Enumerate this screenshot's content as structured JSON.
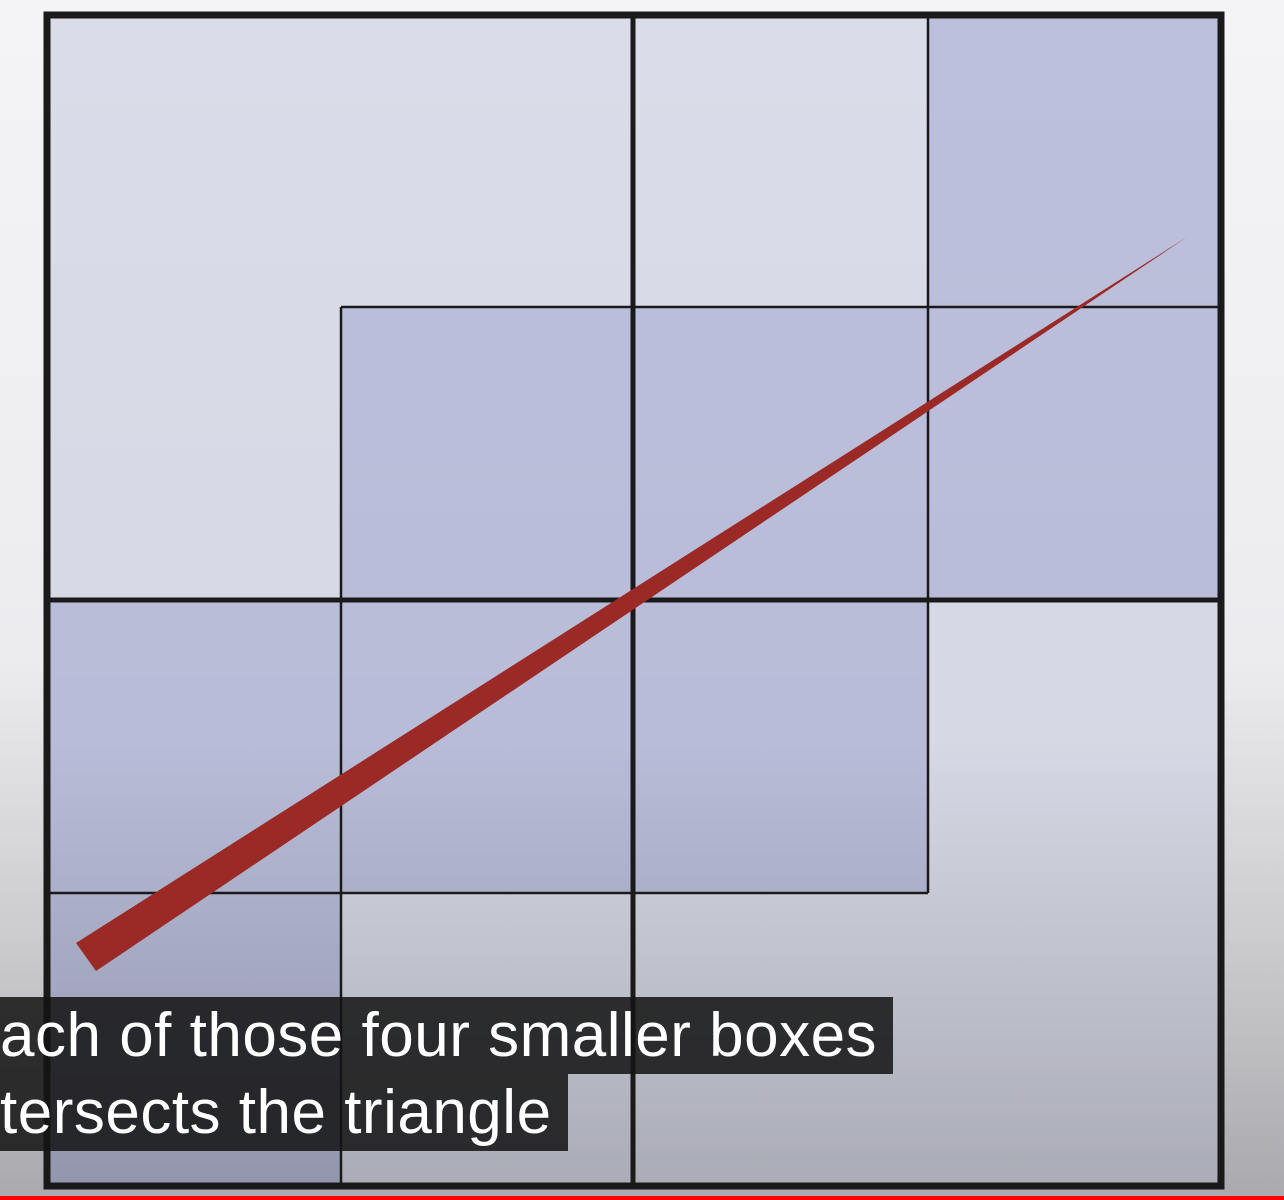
{
  "captions": [
    "ach of those four smaller boxes",
    "tersects the triangle"
  ],
  "colors": {
    "cell_light": "#dadce9",
    "cell_highlight": "#bcc0dc",
    "grid_line": "#1a1a1a",
    "triangle": "#9b2a27",
    "caption_bg": "#141414",
    "progress": "#ff0000"
  },
  "video": {
    "progress_fraction": 1.0
  }
}
